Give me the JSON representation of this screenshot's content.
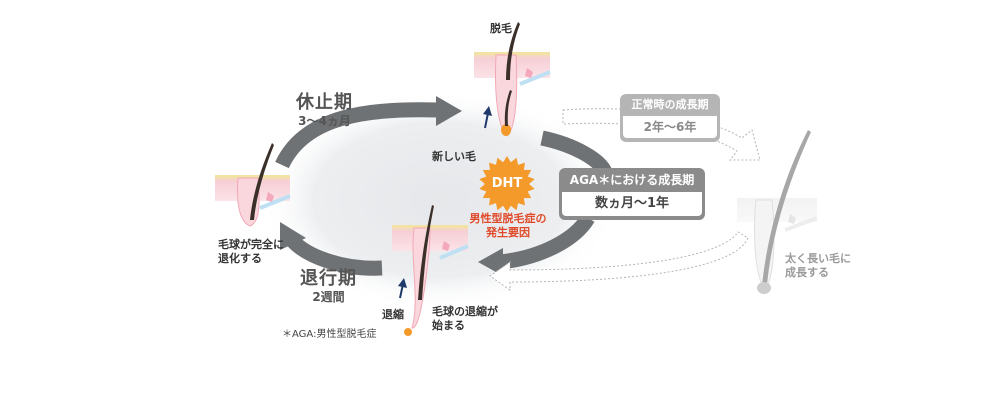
{
  "labels": {
    "hair_loss": "脱毛",
    "new_hair": "新しい毛",
    "fully_regressed_l1": "毛球が完全に",
    "fully_regressed_l2": "退化する",
    "regression": "退縮",
    "bulb_shrinking_l1": "毛球の退縮が",
    "bulb_shrinking_l2": "始まる",
    "thick_long_l1": "太く長い毛に",
    "thick_long_l2": "成長する"
  },
  "phases": {
    "telogen_name": "休止期",
    "telogen_duration": "3～4ヵ月",
    "catagen_name": "退行期",
    "catagen_duration": "2週間"
  },
  "dht": {
    "badge": "DHT",
    "cause_l1": "男性型脱毛症の",
    "cause_l2": "発生要因"
  },
  "aga_box": {
    "title": "AGA＊における成長期",
    "duration": "数ヵ月～1年"
  },
  "normal_box": {
    "title": "正常時の成長期",
    "duration": "2年～6年"
  },
  "footnote": "＊AGA:男性型脱毛症",
  "colors": {
    "arrow_gray": "#6f7275",
    "skin_pink": "#f4c6cf",
    "skin_yellow": "#f3e2a6",
    "vessel_blue": "#bfe0f3",
    "hair_dark": "#3b2f2a",
    "dht_orange": "#f39a2b",
    "cause_red": "#e04a2a",
    "up_arrow_navy": "#1f3a6b"
  }
}
